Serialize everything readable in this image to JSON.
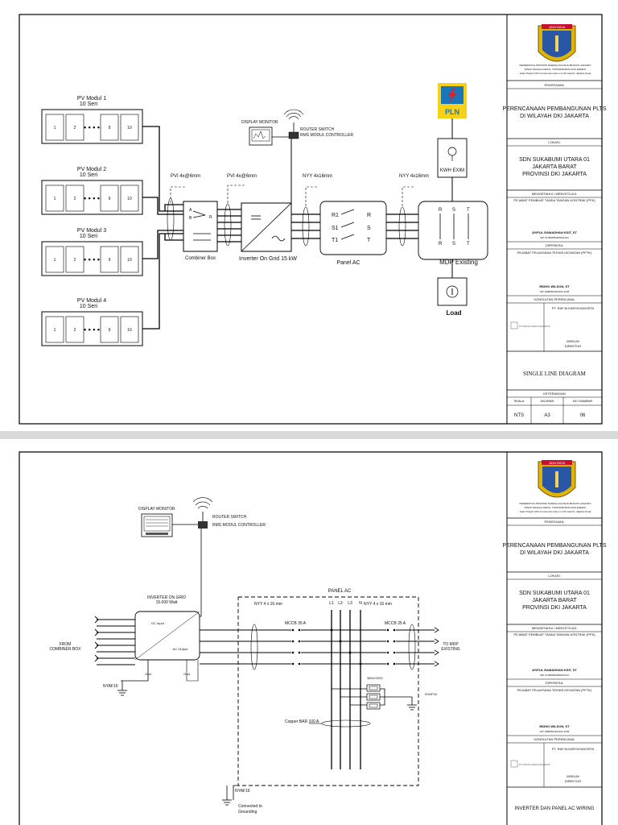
{
  "sheet1": {
    "pv_modules": [
      {
        "title": "PV Modul 1",
        "sub": "10 Seri"
      },
      {
        "title": "PV Modul 2",
        "sub": "10 Seri"
      },
      {
        "title": "PV Modul 3",
        "sub": "10 Seri"
      },
      {
        "title": "PV Modul 4",
        "sub": "10 Seri"
      }
    ],
    "cells": [
      "1",
      "2",
      "9",
      "10"
    ],
    "combiner": {
      "label": "Combiner Box",
      "a": "A",
      "b": "B",
      "r": "R"
    },
    "display_monitor": "DISPLAY MONITOR",
    "router_switch": "ROUTER SWITCH",
    "rms_controller": "RMS MODUL CONTROLLER",
    "cable1": "PVI 4x@6mm",
    "cable2": "PVI 4x@6mm",
    "cable3": "NYY 4x16mm",
    "cable4": "NYY 4x16mm",
    "inverter_label": "Inverter On Grid 15 kW",
    "panel_ac": {
      "label": "Panel AC",
      "r1": "R1",
      "s1": "S1",
      "t1": "T1",
      "r": "R",
      "s": "S",
      "t": "T"
    },
    "kwh": "KWH EXIM",
    "pln": "PLN",
    "mdp": {
      "label": "MDP Existing",
      "r": "R",
      "s": "S",
      "t": "T"
    },
    "load": "Load"
  },
  "sheet2": {
    "display_monitor": "DISPLAY MONITOR",
    "router_switch": "ROUTER SWITCH",
    "rms_controller": "RMS MODUL CONTROLLER",
    "inverter_title": "INVERTER ON GRID",
    "inverter_sub": "15.000 Watt",
    "dc_input": "DC Input",
    "ac_output": "AC Output",
    "gnd": "Gnd",
    "from": "FROM",
    "combiner": "COMBINER BOX",
    "nyaf_left": "NYAF16",
    "panel_ac": "PANEL AC",
    "nyy_left": "NYY 4 x 16 mm",
    "nyy_right": "NYY 4 x 16 mm",
    "mccb_left": "MCCB 35 A",
    "mccb_right": "MCCB 35 A",
    "phases": [
      "L1",
      "L2",
      "L3",
      "N"
    ],
    "to_mdp": "TO MDP",
    "existing": "EXISTING",
    "voltage": "380V/220V",
    "nyaf_right": "NYAF16",
    "copper_bar": "Copper BAR 100 A",
    "nyaf_bottom": "NYAF16",
    "connected": "Connected to",
    "grounding": "Grounding"
  },
  "title_block": {
    "agency_lines": [
      "PEMERINTAH PROVINSI DAERAH KHUSUS IBUKOTA JAKARTA",
      "DINAS TENAGA KERJA, TRANSMIGRASI DAN ENERGI",
      "Jalan Prajurit KKO Usman dan Harun no 52 Gambir, Jakarta Pusat"
    ],
    "pekerjaan_label": "PEKERJAAN:",
    "project_title": [
      "PERENCANAAN PEMBANGUNAN PLTS",
      "DI WILAYAH DKI JAKARTA"
    ],
    "lokasi_label": "LOKASI:",
    "location": [
      "SDN SUKABUMI UTARA 01",
      "JAKARTA BARAT",
      "PROVINSI DKI JAKARTA"
    ],
    "mengetahui": "MENGETAHUI / MENYETUJUI:",
    "ppk_role": "PEJABAT PEMBUAT TANDA TANGAN KONTRAK (PPK)",
    "ppk_name": "AYIFUL RAMADHAN KSIT, ST",
    "ppk_nip": "NIP 197808052005011014",
    "diperiksa": "DIPERIKSA:",
    "pptk_role": "PEJABAT PELAKSANA TEKNIS KEGIATAN (PPTK)",
    "pptk_name": "RIDHO WILSON, ST",
    "pptk_nip": "NIP 19880602201402 1005",
    "konsultan": "KONSULTAN PERENCANA:",
    "firm": "PT. RAFJA KARYA INASISTA",
    "firm_logo": "PT RAFJA KARYA INASISTA",
    "signer": "MISKUN",
    "signer_role": "DIREKTUR",
    "sheet1_title": "SINGLE LINE DIAGRAM",
    "keterangan": "KETERANGAN",
    "skala_label": "SKALA",
    "ukuran_label": "UKURAN",
    "no_gambar_label": "NO GAMBAR",
    "skala": "NTS",
    "ukuran": "A3",
    "no_gambar": "06",
    "sheet2_title": "INVERTER DAN PANEL AC WIRING",
    "jakarta_badge": "JAYA RAYA"
  },
  "colors": {
    "pln_yellow": "#f7d117",
    "pln_blue": "#1b75bb",
    "pln_red": "#e31e24",
    "ink": "#111111"
  }
}
